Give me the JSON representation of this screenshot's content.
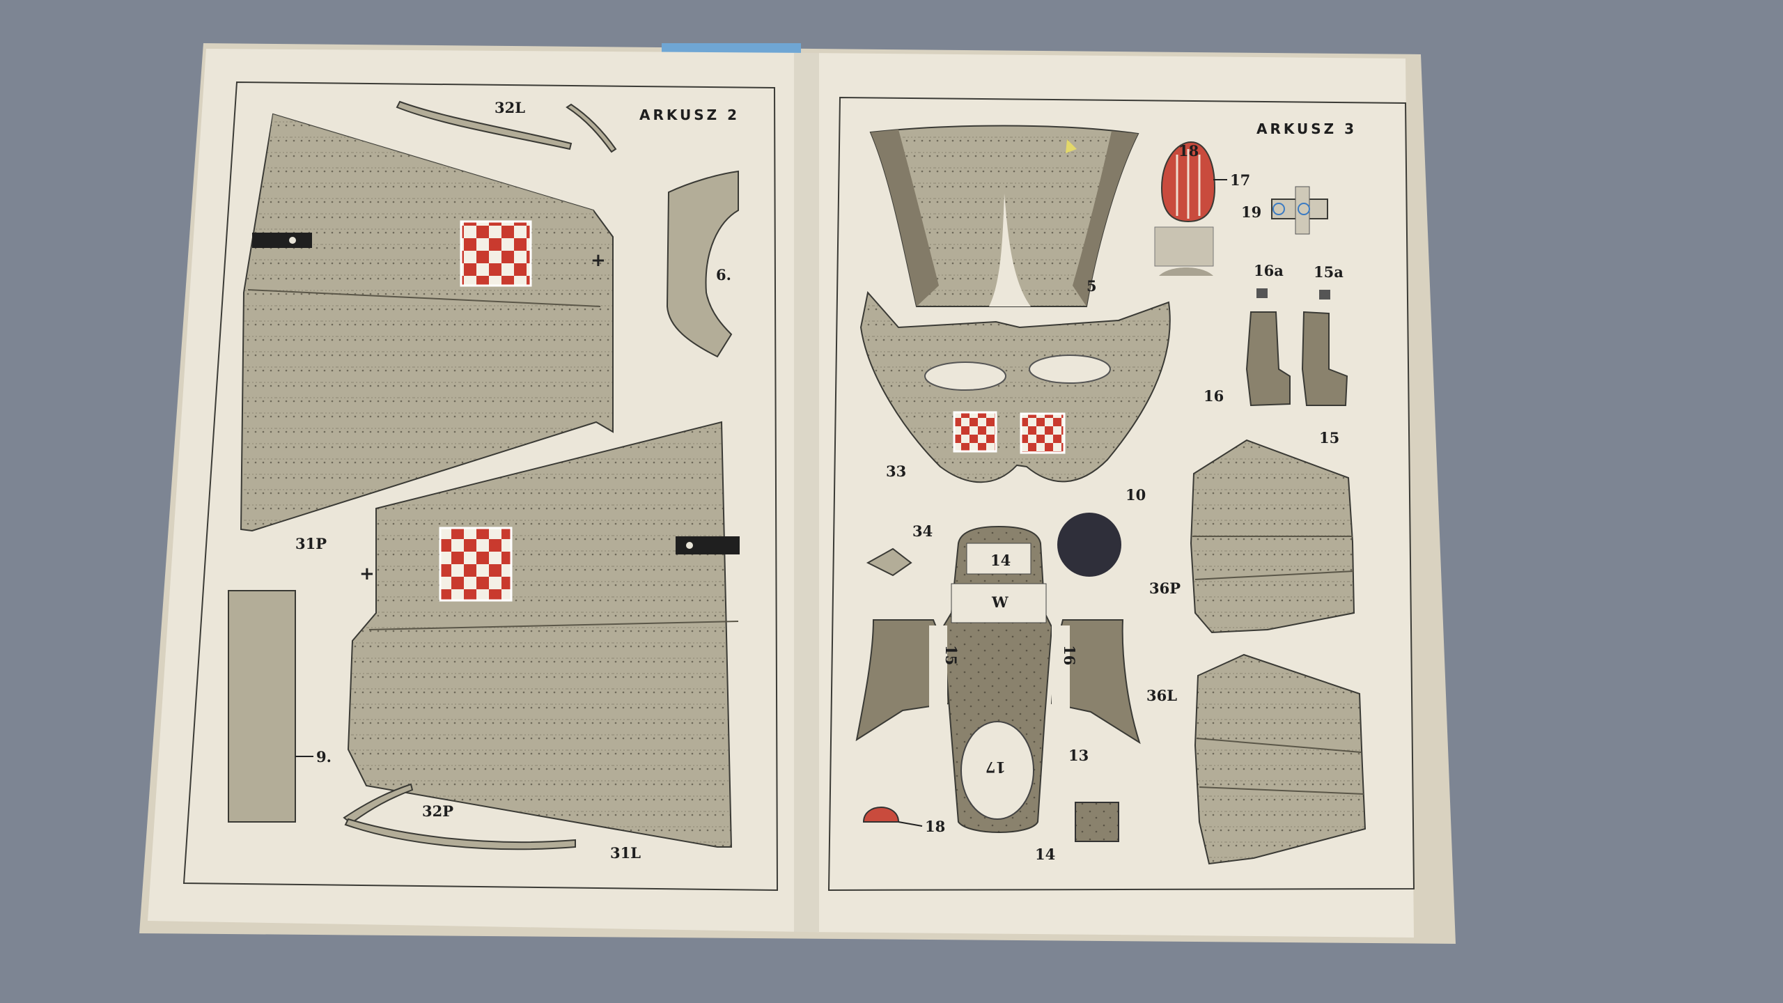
{
  "left_page": {
    "title": "ARKUSZ 2",
    "labels": {
      "p32L": "32L",
      "p6": "6.",
      "p31P": "31P",
      "p9": "9.",
      "p32P": "32P",
      "p31L": "31L"
    }
  },
  "right_page": {
    "title": "ARKUSZ 3",
    "labels": {
      "p18a": "18",
      "p17": "17",
      "p19": "19",
      "p5": "5",
      "p16a": "16a",
      "p15a": "15a",
      "p16": "16",
      "p15": "15",
      "p33": "33",
      "p10": "10",
      "p34": "34",
      "p14a": "14",
      "pW": "W",
      "p15b": "15",
      "p16b": "16",
      "p36P": "36P",
      "p36L": "36L",
      "p13": "13",
      "p17b": "17",
      "p18b": "18",
      "p14b": "14"
    }
  },
  "colors": {
    "background": "#7d8593",
    "paper": "#ebe6d9",
    "part_grey": "#b3ad98",
    "part_dark": "#837b68",
    "checker_red": "#c93a2e",
    "disc": "#2f2f3a"
  }
}
